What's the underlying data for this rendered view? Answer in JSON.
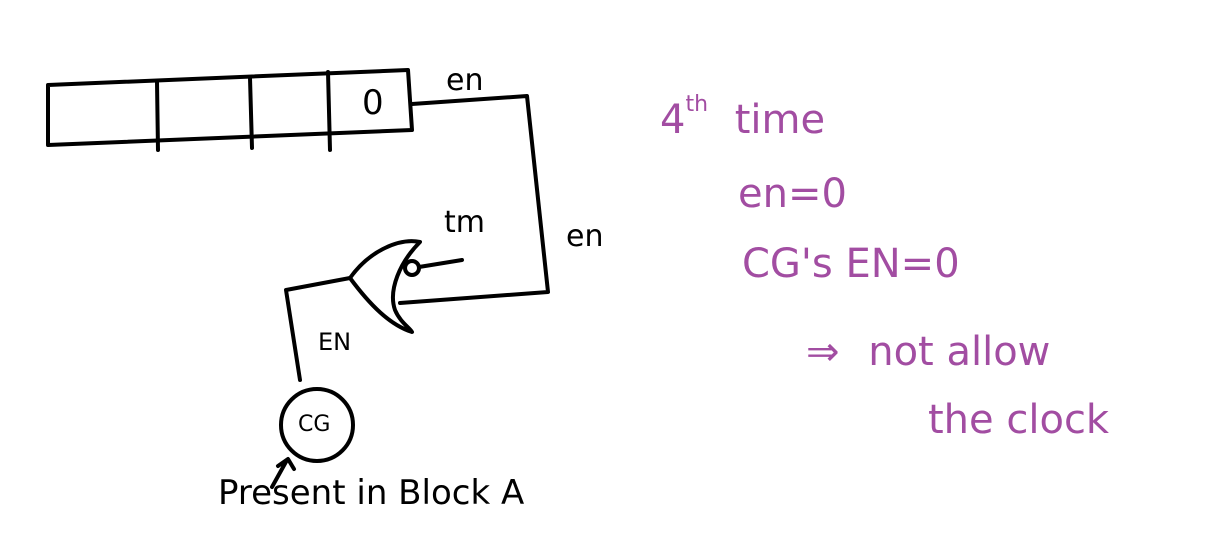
{
  "colors": {
    "ink": "#000000",
    "annotation": "#a24da2",
    "background": "#ffffff"
  },
  "shift_register": {
    "cells": [
      "",
      "",
      "",
      "0"
    ],
    "output_label": "en"
  },
  "wire_labels": {
    "top": "en",
    "right": "en",
    "gate_input_tm": "tm",
    "gate_output": "EN"
  },
  "gate": {
    "type": "OR",
    "inverted_input": "tm"
  },
  "clock_gate": {
    "label": "CG",
    "caption": "Present in Block A"
  },
  "annotations": {
    "line1_main": "4",
    "line1_sup": "th",
    "line1_rest": "time",
    "line2": "en=0",
    "line3": "CG's EN=0",
    "line4_arrow": "⇒",
    "line4": "not allow",
    "line5": "the clock"
  }
}
